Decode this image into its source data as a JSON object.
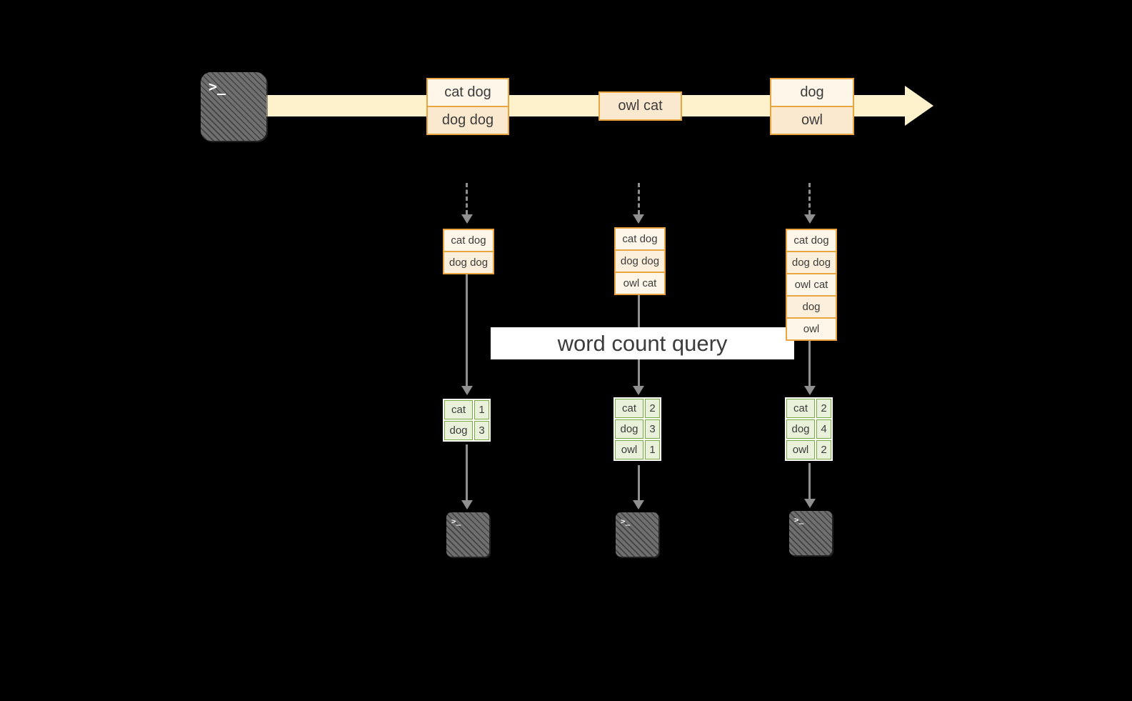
{
  "colors": {
    "background": "#000000",
    "timeline_fill": "#fdf2cc",
    "orange_border": "#e9a53f",
    "cell_light": "#fdf6e9",
    "cell_mid": "#fcefdb",
    "cell_dark": "#fbe9cf",
    "green_border": "#76a940",
    "green_fill": "#e9f1da",
    "arrow_gray": "#8f8f8f",
    "banner_bg": "#ffffff",
    "text_dark": "#3c3c3c",
    "terminal_gray": "#6f6f6f"
  },
  "banner": {
    "label": "word count query"
  },
  "icons": {
    "terminal_prompt": ">_"
  },
  "timeline": {
    "events": [
      {
        "lines": [
          "cat dog",
          "dog dog"
        ]
      },
      {
        "lines": [
          "owl cat"
        ]
      },
      {
        "lines": [
          "dog",
          "owl"
        ]
      }
    ]
  },
  "input_tables": [
    {
      "rows": [
        "cat dog",
        "dog dog"
      ]
    },
    {
      "rows": [
        "cat dog",
        "dog dog",
        "owl cat"
      ]
    },
    {
      "rows": [
        "cat dog",
        "dog dog",
        "owl cat",
        "dog",
        "owl"
      ]
    }
  ],
  "result_tables": [
    {
      "rows": [
        [
          "cat",
          "1"
        ],
        [
          "dog",
          "3"
        ]
      ]
    },
    {
      "rows": [
        [
          "cat",
          "2"
        ],
        [
          "dog",
          "3"
        ],
        [
          "owl",
          "1"
        ]
      ]
    },
    {
      "rows": [
        [
          "cat",
          "2"
        ],
        [
          "dog",
          "4"
        ],
        [
          "owl",
          "2"
        ]
      ]
    }
  ]
}
